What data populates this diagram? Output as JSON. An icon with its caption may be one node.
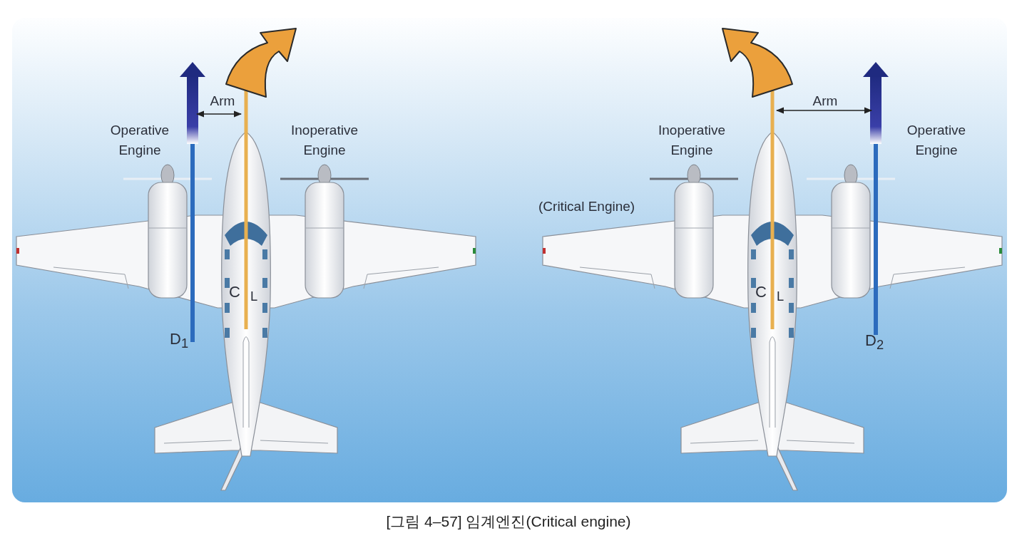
{
  "diagram": {
    "caption": "[그림 4–57] 임계엔진(Critical engine)",
    "labels": [
      "Arm",
      "Operative Engine",
      "Inoperative Engine",
      "C$_{L}$",
      "D$_{1}$",
      "Arm",
      "Inoperative Engine",
      "Operative Engine",
      "(Critical Engine)",
      "C$_{L}$",
      "D$_{2}$"
    ]
  }
}
